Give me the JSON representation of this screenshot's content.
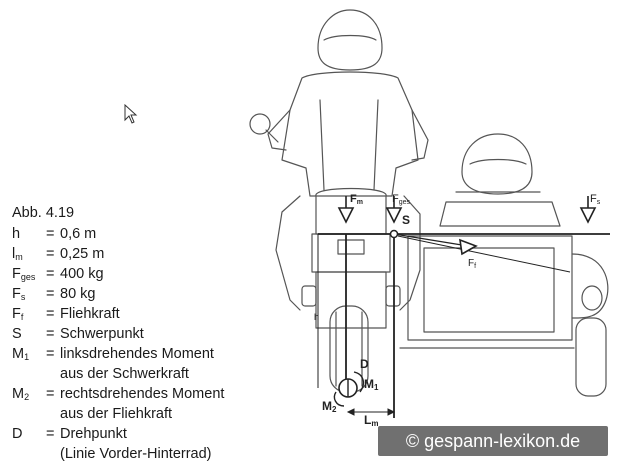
{
  "legend": {
    "figure_label": "Abb. 4.19",
    "rows": [
      {
        "sym": "h",
        "sub": "",
        "value": "0,6 m"
      },
      {
        "sym": "l",
        "sub": "m",
        "value": "0,25 m"
      },
      {
        "sym": "F",
        "sub": "ges",
        "value": "400 kg"
      },
      {
        "sym": "F",
        "sub": "s",
        "value": "80 kg"
      },
      {
        "sym": "F",
        "sub": "f",
        "value": "Fliehkraft"
      },
      {
        "sym": "S",
        "sub": "",
        "value": "Schwerpunkt"
      },
      {
        "sym": "M",
        "sub": "1",
        "value": "linksdrehendes Moment",
        "value2": "aus der Schwerkraft"
      },
      {
        "sym": "M",
        "sub": "2",
        "value": "rechtsdrehendes Moment",
        "value2": "aus der Fliehkraft"
      },
      {
        "sym": "D",
        "sub": "",
        "value": "Drehpunkt",
        "value2": "(Linie Vorder-Hinterrad)"
      }
    ],
    "eq": "="
  },
  "diagram_labels": {
    "f_m": "F",
    "f_m_sub": "m",
    "f_ges": "F",
    "f_ges_sub": "ges",
    "s": "S",
    "f_s": "F",
    "f_s_sub": "s",
    "f_f": "F",
    "f_f_sub": "f",
    "h": "h",
    "d": "D",
    "m1": "M",
    "m1_sub": "1",
    "m2": "M",
    "m2_sub": "2",
    "lm": "L",
    "lm_sub": "m"
  },
  "watermark": "© gespann-lexikon.de",
  "colors": {
    "ink": "#333333",
    "watermark_bg": "#707070"
  },
  "icons": {
    "cursor": "mouse-pointer-icon"
  }
}
